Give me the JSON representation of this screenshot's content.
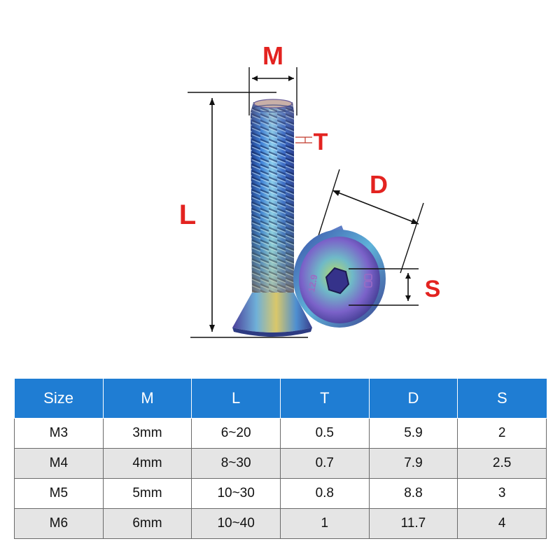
{
  "diagram": {
    "labels": {
      "m": "M",
      "t": "T",
      "l": "L",
      "d": "D",
      "s": "S"
    },
    "head_marking": "12.9",
    "colors": {
      "label_red": "#e32320",
      "header_blue": "#1f7dd3",
      "row_alt_gray": "#e5e5e5"
    }
  },
  "table": {
    "headers": [
      "Size",
      "M",
      "L",
      "T",
      "D",
      "S"
    ],
    "rows": [
      [
        "M3",
        "3mm",
        "6~20",
        "0.5",
        "5.9",
        "2"
      ],
      [
        "M4",
        "4mm",
        "8~30",
        "0.7",
        "7.9",
        "2.5"
      ],
      [
        "M5",
        "5mm",
        "10~30",
        "0.8",
        "8.8",
        "3"
      ],
      [
        "M6",
        "6mm",
        "10~40",
        "1",
        "11.7",
        "4"
      ]
    ]
  }
}
